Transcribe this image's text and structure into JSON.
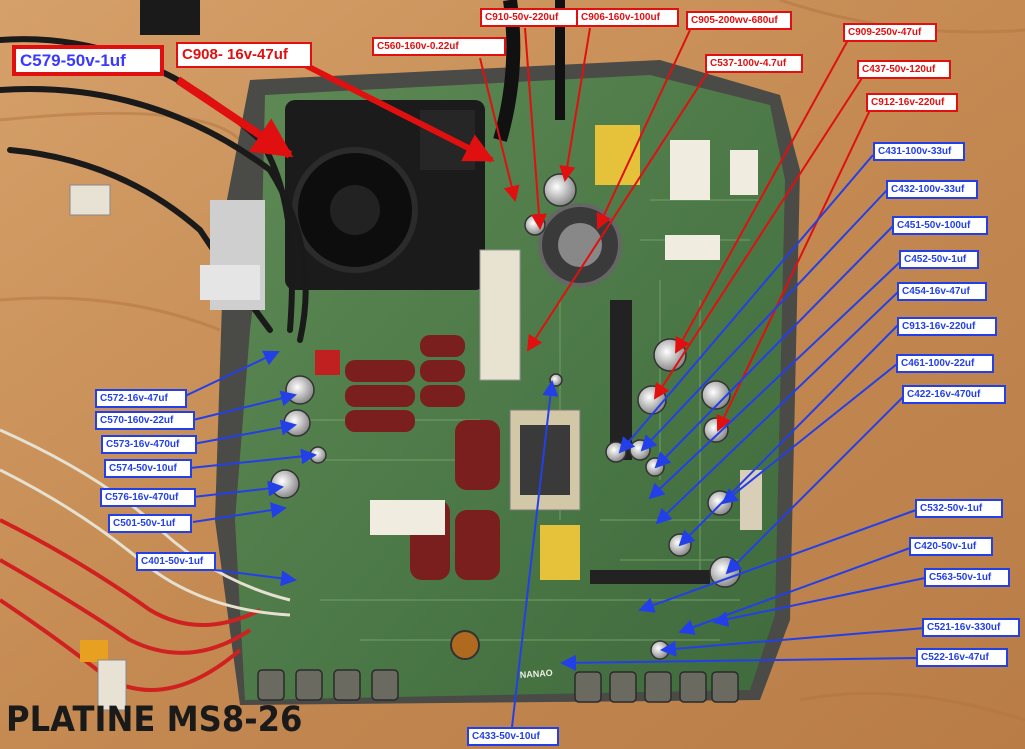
{
  "caption": "PLATINE MS8-26",
  "callouts": [
    {
      "id": "c579",
      "text": "C579-50v-1uf",
      "color": "red"
    },
    {
      "id": "c908",
      "text": "C908- 16v-47uf",
      "color": "red"
    },
    {
      "id": "c560",
      "text": "C560-160v-0.22uf",
      "color": "red"
    },
    {
      "id": "c910",
      "text": "C910-50v-220uf",
      "color": "red"
    },
    {
      "id": "c906",
      "text": "C906-160v-100uf",
      "color": "red"
    },
    {
      "id": "c905",
      "text": "C905-200wv-680uf",
      "color": "red"
    },
    {
      "id": "c537",
      "text": "C537-100v-4.7uf",
      "color": "red"
    },
    {
      "id": "c909",
      "text": "C909-250v-47uf",
      "color": "red"
    },
    {
      "id": "c437",
      "text": "C437-50v-120uf",
      "color": "red"
    },
    {
      "id": "c912",
      "text": "C912-16v-220uf",
      "color": "red"
    },
    {
      "id": "c431",
      "text": "C431-100v-33uf",
      "color": "blue"
    },
    {
      "id": "c432",
      "text": "C432-100v-33uf",
      "color": "blue"
    },
    {
      "id": "c451",
      "text": "C451-50v-100uf",
      "color": "blue"
    },
    {
      "id": "c452",
      "text": "C452-50v-1uf",
      "color": "blue"
    },
    {
      "id": "c454",
      "text": "C454-16v-47uf",
      "color": "blue"
    },
    {
      "id": "c913",
      "text": "C913-16v-220uf",
      "color": "blue"
    },
    {
      "id": "c461",
      "text": "C461-100v-22uf",
      "color": "blue"
    },
    {
      "id": "c422",
      "text": "C422-16v-470uf",
      "color": "blue"
    },
    {
      "id": "c532",
      "text": "C532-50v-1uf",
      "color": "blue"
    },
    {
      "id": "c420",
      "text": "C420-50v-1uf",
      "color": "blue"
    },
    {
      "id": "c563",
      "text": "C563-50v-1uf",
      "color": "blue"
    },
    {
      "id": "c521",
      "text": "C521-16v-330uf",
      "color": "blue"
    },
    {
      "id": "c522",
      "text": "C522-16v-47uf",
      "color": "blue"
    },
    {
      "id": "c433",
      "text": "C433-50v-10uf",
      "color": "blue"
    },
    {
      "id": "c572",
      "text": "C572-16v-47uf",
      "color": "blue"
    },
    {
      "id": "c570",
      "text": "C570-160v-22uf",
      "color": "blue"
    },
    {
      "id": "c573",
      "text": "C573-16v-470uf",
      "color": "blue"
    },
    {
      "id": "c574",
      "text": "C574-50v-10uf",
      "color": "blue"
    },
    {
      "id": "c576",
      "text": "C576-16v-470uf",
      "color": "blue"
    },
    {
      "id": "c501",
      "text": "C501-50v-1uf",
      "color": "blue"
    },
    {
      "id": "c401",
      "text": "C401-50v-1uf",
      "color": "blue"
    }
  ],
  "board_marking": "NANAO"
}
